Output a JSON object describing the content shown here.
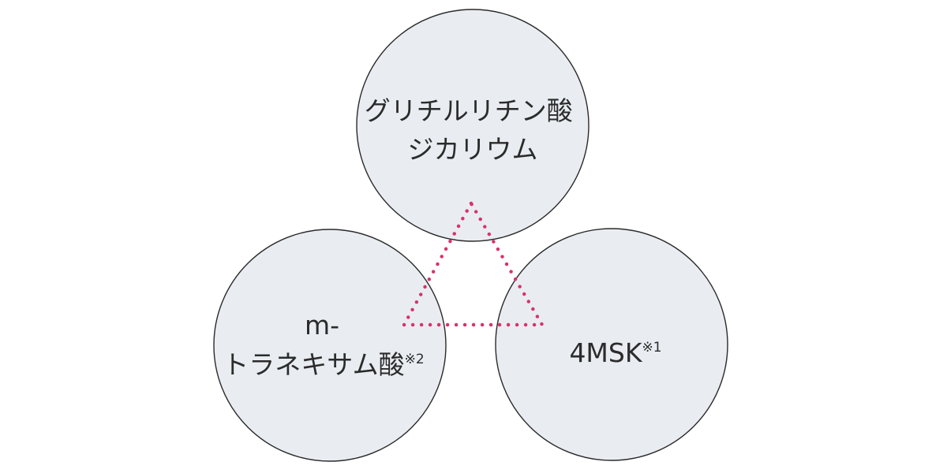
{
  "colors": {
    "circle_fill": "#e9edf1",
    "circle_stroke": "#2a2a2a",
    "text": "#2b2b2b",
    "dotted_line": "#d6336c"
  },
  "nodes": {
    "top": {
      "line1": "グリチルリチン酸",
      "line2": "ジカリウム"
    },
    "left": {
      "line1": "m-",
      "line2": "トラネキサム酸",
      "note": "※2"
    },
    "right": {
      "line1": "4MSK",
      "note": "※1"
    }
  }
}
